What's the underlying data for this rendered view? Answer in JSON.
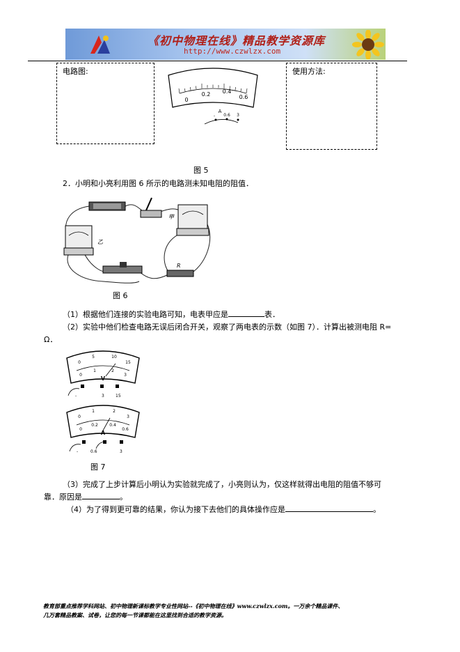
{
  "header": {
    "banner_title": "《初中物理在线》精品教学资源库",
    "banner_url": "http://www.czwlzx.com"
  },
  "fig5": {
    "left_box_label": "电路图:",
    "right_box_label": "使用方法:",
    "scale_labels": [
      "0",
      "0.2",
      "0.4",
      "0.6"
    ],
    "unit": "A",
    "terminal_labels": [
      "-",
      "0.6",
      "3"
    ],
    "caption": "图 5"
  },
  "q2": {
    "intro": "2．小明和小亮利用图 6 所示的电路测未知电阻的阻值．",
    "fig6": {
      "meter_label_1": "乙",
      "meter_label_2": "甲",
      "resistor_label": "R",
      "caption": "图 6"
    },
    "sub1_a": "（1）根据他们连接的实验电路可知，电表甲应是",
    "sub1_b": "表．",
    "sub2_a": "（2）实验中他们检查电路无误后闭合开关，观察了两电表的示数（如图 7）．计算出被测电阻 R=",
    "sub2_b": "Ω．",
    "fig7": {
      "volt_top_scale": [
        "0",
        "5",
        "10",
        "15"
      ],
      "volt_bottom_scale": [
        "0",
        "1",
        "2",
        "3"
      ],
      "volt_unit": "V",
      "volt_terminals": [
        "-",
        "3",
        "15"
      ],
      "amp_top_scale": [
        "0",
        "1",
        "2",
        "3"
      ],
      "amp_bottom_scale": [
        "0",
        "0.2",
        "0.4",
        "0.6"
      ],
      "amp_unit": "A",
      "amp_terminals": [
        "-",
        "0.6",
        "3"
      ],
      "caption": "图 7"
    },
    "sub3_a": "（3）完成了上步计算后小明认为实验就完成了，小亮则认为，仅这样就得出电阻的阻值不够可",
    "sub3_b1": "靠．原因是",
    "sub3_b2": "。",
    "sub4_a": "（4）为了得到更可靠的结果，你认为接下去他们的具体操作应是",
    "sub4_b": "。"
  },
  "footer": {
    "line1": "教育部重点推荐学科网站、初中物理新课标教学专业性网站--《初中物理在线》www.czwlzx.com。一万余个精品课件、",
    "line2": "几万套精品教案、试卷，让您的每一节课都能在这里找到合适的教学资源。"
  }
}
